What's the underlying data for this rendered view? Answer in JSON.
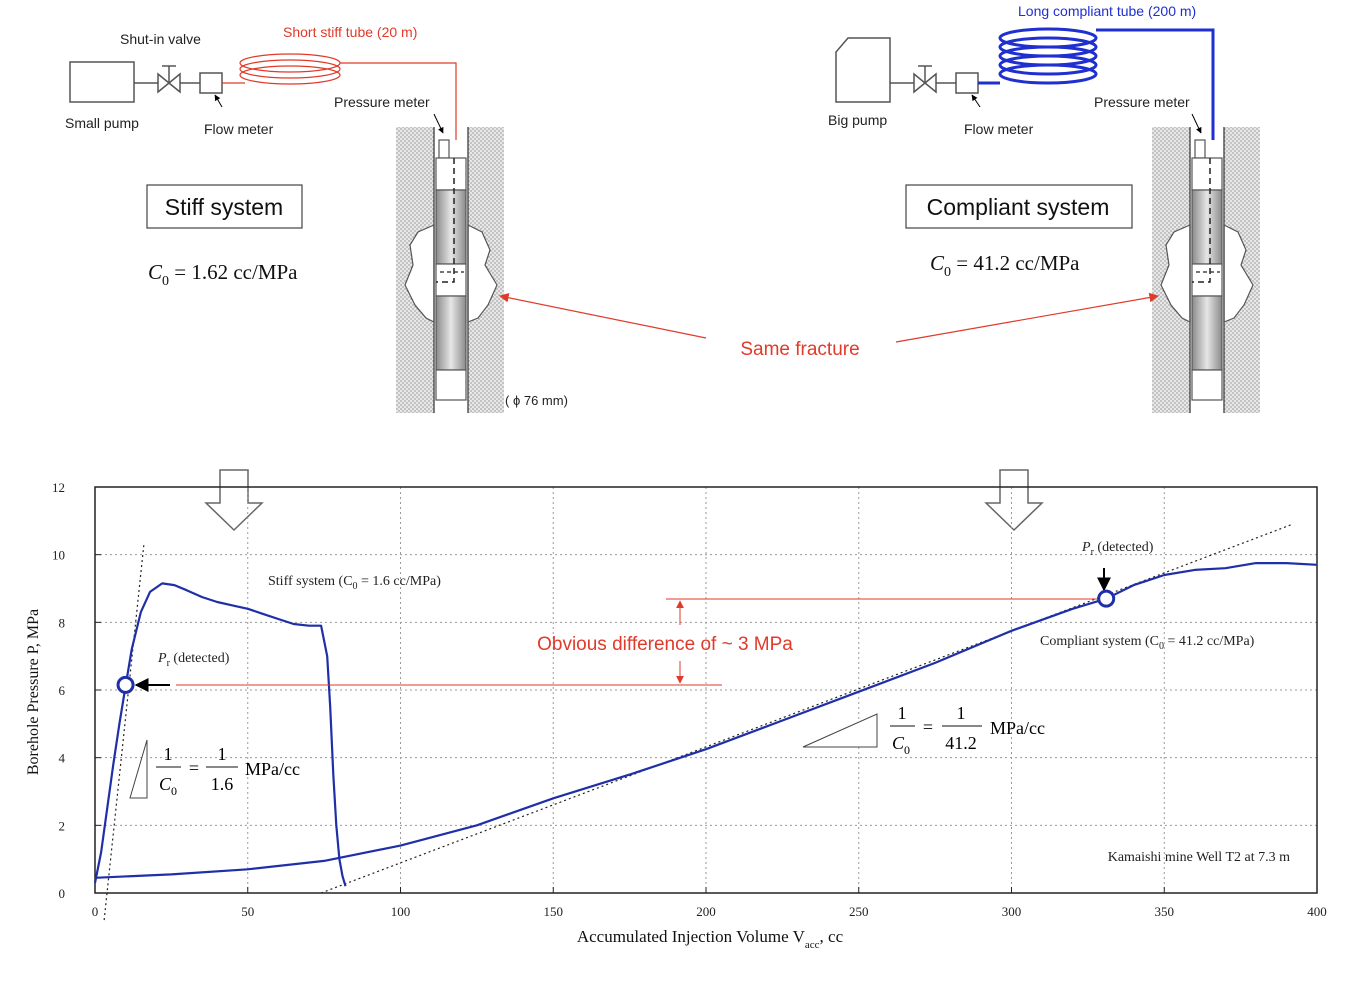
{
  "top": {
    "stiff": {
      "shutin_valve": "Shut-in valve",
      "tube_label": "Short stiff tube (20 m)",
      "small_pump": "Small pump",
      "flow_meter": "Flow meter",
      "pressure_meter": "Pressure meter",
      "system_title": "Stiff system",
      "c0_value": " = 1.62 cc/MPa"
    },
    "compliant": {
      "tube_label": "Long compliant tube (200 m)",
      "big_pump": "Big pump",
      "flow_meter": "Flow meter",
      "pressure_meter": "Pressure meter",
      "system_title": "Compliant system",
      "c0_value": " = 41.2 cc/MPa"
    },
    "same_fracture": "Same fracture",
    "diameter": "( ϕ 76 mm)",
    "c0_symbol": "C",
    "c0_sub": "0"
  },
  "colors": {
    "curve": "#1f2fa8",
    "annotation_red": "#e03a2a",
    "tube_blue": "#1f2fd0",
    "grid": "#9a9a9a",
    "hatch": "#b5b5b5"
  },
  "chart_data": {
    "type": "line",
    "xlabel": "Accumulated Injection Volume V",
    "xlabel_sub": "acc",
    "xlabel_unit": ", cc",
    "ylabel": "Borehole Pressure P, MPa",
    "xlim": [
      0,
      400
    ],
    "ylim": [
      0,
      12
    ],
    "xticks": [
      "0",
      "50",
      "100",
      "150",
      "200",
      "250",
      "300",
      "350",
      "400"
    ],
    "yticks": [
      "0",
      "2",
      "4",
      "6",
      "8",
      "10",
      "12"
    ],
    "grid": true,
    "series": [
      {
        "name": "Stiff system (C0 = 1.6 cc/MPa)",
        "x": [
          0,
          2,
          4,
          6,
          8,
          10,
          12,
          15,
          18,
          22,
          26,
          30,
          35,
          40,
          45,
          50,
          55,
          60,
          65,
          70,
          74,
          76,
          77,
          78,
          79,
          80,
          81,
          82
        ],
        "y": [
          0.3,
          1.2,
          2.5,
          3.8,
          5.0,
          6.1,
          7.2,
          8.3,
          8.9,
          9.15,
          9.1,
          8.95,
          8.75,
          8.6,
          8.5,
          8.4,
          8.25,
          8.1,
          7.95,
          7.9,
          7.9,
          7.0,
          5.5,
          3.5,
          2.0,
          1.0,
          0.5,
          0.2
        ]
      },
      {
        "name": "Compliant system (C0 = 41.2 cc/MPa)",
        "x": [
          0,
          25,
          50,
          75,
          100,
          125,
          150,
          175,
          200,
          225,
          250,
          275,
          300,
          320,
          331,
          340,
          350,
          360,
          370,
          380,
          390,
          400
        ],
        "y": [
          0.45,
          0.55,
          0.7,
          0.95,
          1.4,
          2.0,
          2.8,
          3.5,
          4.25,
          5.1,
          5.95,
          6.8,
          7.75,
          8.4,
          8.7,
          9.1,
          9.4,
          9.55,
          9.6,
          9.75,
          9.75,
          9.7
        ]
      }
    ],
    "annotations": {
      "stiff_label": "Stiff system (C",
      "stiff_label_sub": "0",
      "stiff_label_rest": " = 1.6 cc/MPa)",
      "compliant_label": "Compliant system (C",
      "compliant_label_sub": "0",
      "compliant_label_rest": " = 41.2 cc/MPa)",
      "pr_symbol": "P",
      "pr_sub": "r",
      "pr_text": " (detected)",
      "difference": "Obvious difference of ~ 3 MPa",
      "slope_stiff_num": "1",
      "slope_stiff_c0": "C",
      "slope_stiff_c0_sub": "0",
      "slope_stiff_rhs_num": "1",
      "slope_stiff_rhs_den": "1.6",
      "slope_stiff_unit": "MPa/cc",
      "slope_comp_num": "1",
      "slope_comp_c0": "C",
      "slope_comp_c0_sub": "0",
      "slope_comp_rhs_num": "1",
      "slope_comp_rhs_den": "41.2",
      "slope_comp_unit": "MPa/cc",
      "equals": "=",
      "location": "Kamaishi mine Well T2 at 7.3 m"
    },
    "markers": [
      {
        "name": "Pr stiff",
        "x": 10,
        "y": 6.15
      },
      {
        "name": "Pr compliant",
        "x": 331,
        "y": 8.7
      }
    ],
    "tangents": [
      {
        "name": "stiff slope",
        "x": [
          3,
          16
        ],
        "y": [
          -0.8,
          10.3
        ]
      },
      {
        "name": "compliant slope",
        "x": [
          74,
          392
        ],
        "y": [
          0,
          10.9
        ]
      }
    ]
  }
}
